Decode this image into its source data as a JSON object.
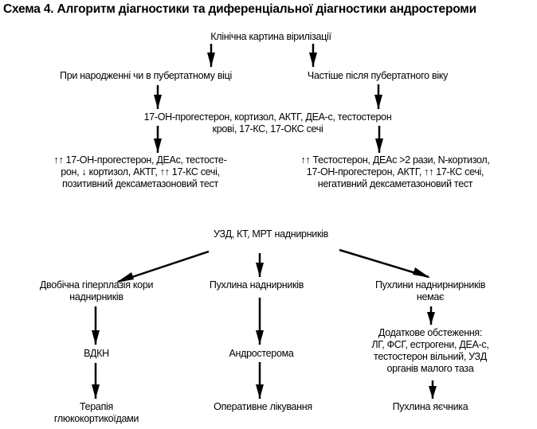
{
  "title": "Схема 4. Алгоритм діагностики та диференціальної діагностики андростероми",
  "nodes": {
    "clinical": "Клінічна картина вірилізації",
    "birth_puberty": "При народженні чи в пубертатному віці",
    "after_puberty": "Частіше після пубертатного віку",
    "tests_line1": "17-ОН-прогестерон, кортизол, АКТГ, ДЕА-с, тестостерон",
    "tests_line2": "крові, 17-КС, 17-ОКС сечі",
    "left_result_line1": "↑↑ 17-ОН-прогестерон, ДЕАс, тестосте-",
    "left_result_line2": "рон, ↓ кортизол, АКТГ, ↑↑ 17-КС сечі,",
    "left_result_line3": "позитивний дексаметазоновий тест",
    "right_result_line1": "↑↑ Тестостерон, ДЕАс >2 рази, N-кортизол,",
    "right_result_line2": "17-ОН-прогестерон, АКТГ, ↑↑ 17-КС сечі,",
    "right_result_line3": "негативний дексаметазоновий тест",
    "imaging": "УЗД, КТ, МРТ наднирників",
    "hyperplasia_line1": "Двобічна гіперплазія кори",
    "hyperplasia_line2": "наднирників",
    "adrenal_tumor": "Пухлина наднирників",
    "no_tumor_line1": "Пухлини наднирнирників",
    "no_tumor_line2": "немає",
    "vdkn": "ВДКН",
    "androsteroma": "Андростерома",
    "extra_line1": "Додаткове обстеження:",
    "extra_line2": "ЛГ, ФСГ, естрогени, ДЕА-с,",
    "extra_line3": "тестостерон вільний, УЗД",
    "extra_line4": "органів малого таза",
    "therapy_line1": "Терапія",
    "therapy_line2": "глюкокортикоїдами",
    "surgery": "Оперативне лікування",
    "ovarian_tumor": "Пухлина яєчника"
  }
}
